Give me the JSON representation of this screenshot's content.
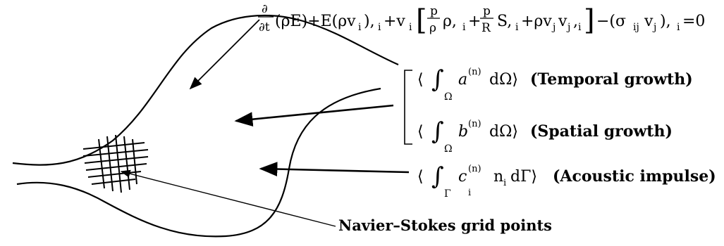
{
  "equation": {
    "part_dt": "∂",
    "part_dt_den": "∂t",
    "lhs_a": "(ρE)+E(ρv",
    "sub_i": "i",
    "lhs_b": "),",
    "lhs_c": "+v",
    "frac_p_num": "p",
    "frac_p_den": "ρ",
    "rho_i": "ρ,",
    "frac_R_num": "p",
    "frac_R_den": "R",
    "s_i": "S,",
    "plus_rho": "+ρv",
    "sub_j": "j",
    "v_j": "v",
    "comma_i": ",",
    "sigma_part": "−(σ",
    "sub_ij": "ij",
    "v_after": "v",
    "close_part": "),",
    "eq_zero": "=0"
  },
  "integrals": [
    {
      "open": "⟨",
      "integral": "∫",
      "domain": "Ω",
      "integrand": "a",
      "superscript": "(n)",
      "differential": "dΩ⟩",
      "label": "(Temporal growth)"
    },
    {
      "open": "⟨",
      "integral": "∫",
      "domain": "Ω",
      "integrand": "b",
      "superscript": "(n)",
      "differential": "dΩ⟩",
      "label": "(Spatial growth)"
    },
    {
      "open": "⟨",
      "integral": "∫",
      "domain": "Γ",
      "integrand": "c",
      "superscript": "(n)",
      "subscript": "i",
      "differential": "n",
      "diff_sub": "i",
      "differential2": "dΓ⟩",
      "label": "(Acoustic impulse)"
    }
  ],
  "grid_label": "Navier–Stokes grid points"
}
